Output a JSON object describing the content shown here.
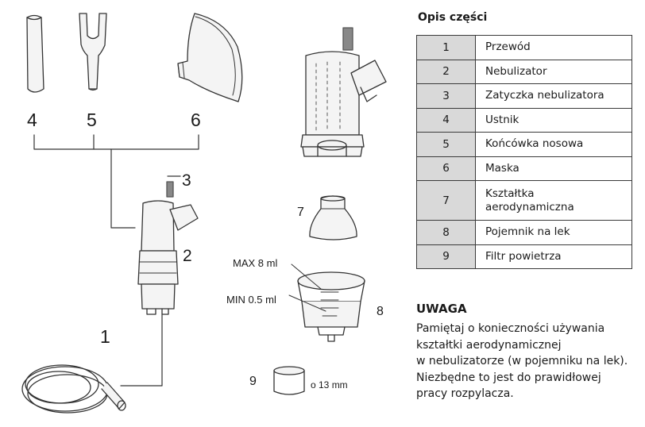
{
  "parts_table": {
    "title": "Opis części",
    "rows": [
      {
        "num": "1",
        "name": "Przewód"
      },
      {
        "num": "2",
        "name": "Nebulizator"
      },
      {
        "num": "3",
        "name": "Zatyczka nebulizatora"
      },
      {
        "num": "4",
        "name": "Ustnik"
      },
      {
        "num": "5",
        "name": "Końcówka nosowa"
      },
      {
        "num": "6",
        "name": "Maska"
      },
      {
        "num": "7",
        "name": "Kształtka aerodynamiczna"
      },
      {
        "num": "8",
        "name": "Pojemnik na lek"
      },
      {
        "num": "9",
        "name": "Filtr powietrza"
      }
    ]
  },
  "note": {
    "heading": "UWAGA",
    "body": "Pamiętaj o konieczności używania\nkształtki aerodynamicznej\nw nebulizatorze (w pojemniku na lek).\nNiezbędne to jest do prawidłowej\npracy rozpylacza."
  },
  "diagram": {
    "callouts": {
      "n1": "1",
      "n2": "2",
      "n3": "3",
      "n4": "4",
      "n5": "5",
      "n6": "6",
      "n7": "7",
      "n8": "8",
      "n9": "9"
    },
    "max_label": "MAX 8 ml",
    "min_label": "MIN 0.5 ml",
    "filter_size": "o 13 mm"
  }
}
